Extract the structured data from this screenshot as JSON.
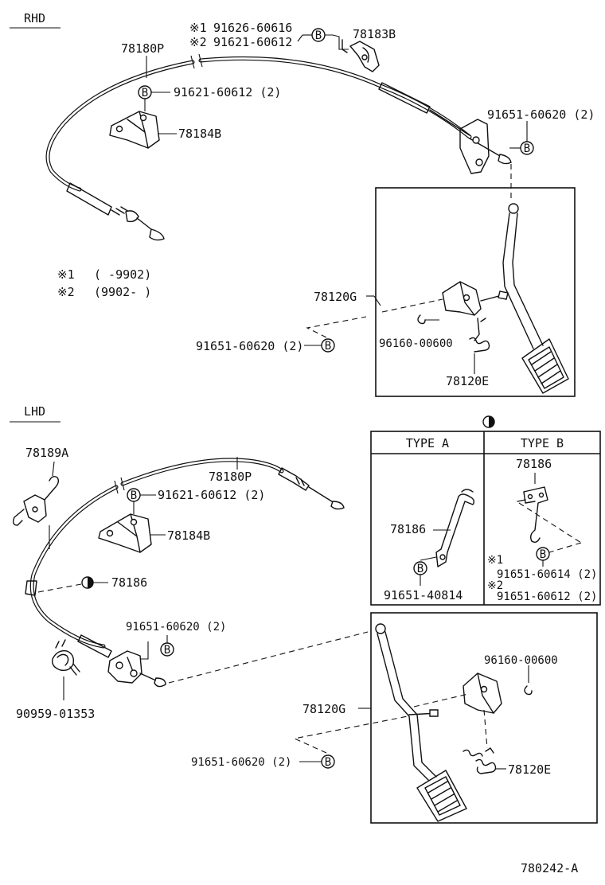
{
  "rhd": {
    "section": "RHD",
    "note1_mark": "※1",
    "note1_part": "91626-60616",
    "note2_mark": "※2",
    "note2_part": "91621-60612",
    "cable": "78180P",
    "bracket_top": "78183B",
    "bolt_bracket": "91621-60612 (2)",
    "bracket_mid": "78184B",
    "bolt_pedal_top": "91651-60620 (2)",
    "legend1_mark": "※1",
    "legend1_text": "(       -9902)",
    "legend2_mark": "※2",
    "legend2_text": "(9902-       )",
    "pedal": "78120G",
    "bolt_pedal_bottom": "91651-60620 (2)",
    "clip": "96160-00600",
    "spring": "78120E"
  },
  "lhd": {
    "section": "LHD",
    "bracket_left": "78189A",
    "cable": "78180P",
    "bolt_bracket": "91621-60612 (2)",
    "bracket_mid": "78184B",
    "part_78186": "78186",
    "bolt_cable": "91651-60620 (2)",
    "clamp": "90959-01353",
    "pedal": "78120G",
    "bolt_pedal": "91651-60620 (2)",
    "clip": "96160-00600",
    "spring": "78120E"
  },
  "types": {
    "type_a": "TYPE  A",
    "type_b": "TYPE  B",
    "a_part": "78186",
    "a_bolt": "91651-40814",
    "b_part": "78186",
    "b_note1_mark": "※1",
    "b_note1_bolt": "91651-60614 (2)",
    "b_note2_mark": "※2",
    "b_note2_bolt": "91651-60612 (2)"
  },
  "symbols": {
    "bolt_symbol": "B"
  },
  "figure_id": "780242-A"
}
